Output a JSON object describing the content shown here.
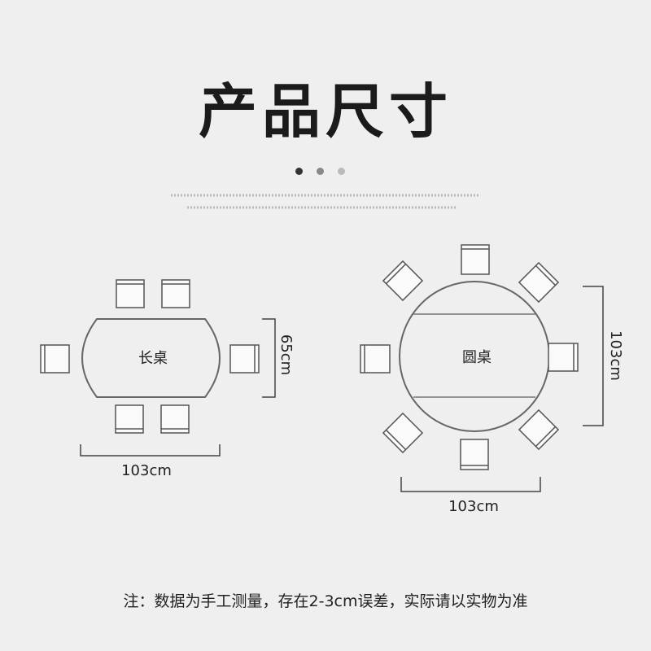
{
  "title": "产品尺寸",
  "dot_colors": [
    "#333333",
    "#888888",
    "#bbbbbb"
  ],
  "rect_table": {
    "label": "长桌",
    "width": "103cm",
    "depth": "65cm"
  },
  "round_table": {
    "label": "圆桌",
    "width": "103cm",
    "height": "103cm"
  },
  "note": "注：数据为手工测量，存在2-3cm误差，实际请以实物为准"
}
